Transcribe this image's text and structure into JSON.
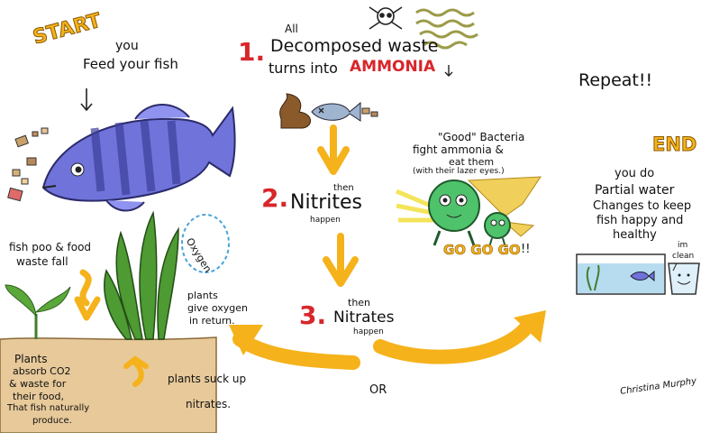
{
  "labels": {
    "start": "START",
    "you": "you",
    "feed_your_fish": "Feed your fish",
    "all": "All",
    "decomposed_waste": "Decomposed waste",
    "turns_into": "turns into",
    "ammonia": "AMMONIA",
    "step1_num": "1.",
    "step2_num": "2.",
    "step2_then": "then",
    "step2_word": "Nitrites",
    "step2_happen": "happen",
    "step3_num": "3.",
    "step3_then": "then",
    "step3_word": "Nitrates",
    "step3_happen": "happen",
    "good_bacteria": "\"Good\" Bacteria",
    "fight_ammonia": "fight ammonia &",
    "eat_them": "eat them",
    "with_laser_eyes": "(with their lazer eyes.)",
    "go_go_go": "GO GO GO",
    "exclaim": "!!",
    "repeat": "Repeat!!",
    "end": "END",
    "you_do": "you do",
    "partial_water": "Partial water",
    "changes_to_keep": "Changes to keep",
    "fish_happy_and": "fish happy and",
    "healthy": "healthy",
    "im_clean_1": "im",
    "im_clean_2": "clean",
    "fish_poo_1": "fish poo & food",
    "fish_poo_2": "waste fall",
    "oxygen": "Oxygen",
    "plants_give_1": "plants",
    "plants_give_2": "give oxygen",
    "plants_give_3": "in return.",
    "plants_absorb_1": "Plants",
    "plants_absorb_2": "absorb CO2",
    "plants_absorb_3": "& waste for",
    "plants_absorb_4": "their food,",
    "plants_absorb_5": "That fish naturally",
    "plants_absorb_6": "produce.",
    "plants_suck_1": "plants suck up",
    "plants_suck_2": "nitrates.",
    "or": "OR",
    "signature": "Christina Murphy"
  },
  "colors": {
    "accent_red": "#d8262b",
    "arrow_orange": "#f5b21b",
    "fish_blue": "#6f72d8",
    "plant_green": "#4e9a33",
    "soil_tan": "#e7c99a",
    "bacteria_green": "#4fc36b",
    "water_blue": "#b7dcf0"
  }
}
